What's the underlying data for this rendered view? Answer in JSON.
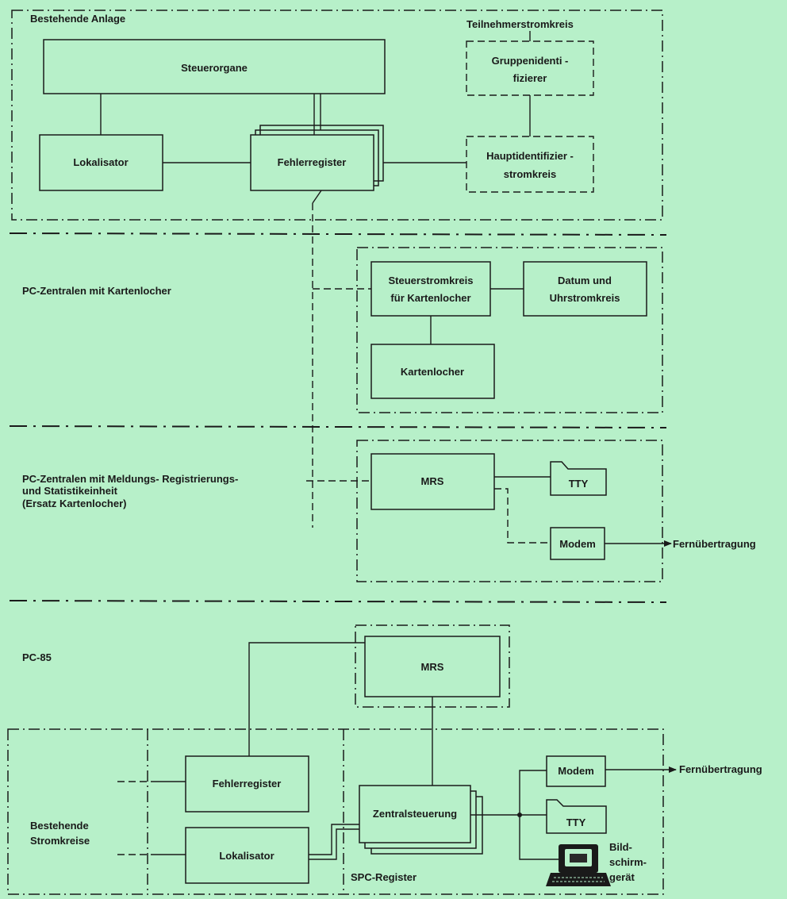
{
  "section1": {
    "title": "Bestehende Anlage",
    "teilnehmer": "Teilnehmerstromkreis",
    "steuerorgane": "Steuerorgane",
    "lokalisator": "Lokalisator",
    "fehlerregister": "Fehlerregister",
    "gruppen_l1": "Gruppenidenti -",
    "gruppen_l2": "fizierer",
    "haupt_l1": "Hauptidentifizier -",
    "haupt_l2": "stromkreis"
  },
  "section2": {
    "title": "PC-Zentralen mit Kartenlocher",
    "steuer_l1": "Steuerstromkreis",
    "steuer_l2": "für Kartenlocher",
    "datum_l1": "Datum  und",
    "datum_l2": "Uhrstromkreis",
    "kartenlocher": "Kartenlocher"
  },
  "section3": {
    "title_l1": "PC-Zentralen mit  Meldungs- Registrierungs-",
    "title_l2": "und  Statistikeinheit",
    "title_l3": "(Ersatz Kartenlocher)",
    "mrs": "MRS",
    "tty": "TTY",
    "modem": "Modem",
    "fernuebertragung": "Fernübertragung"
  },
  "section4": {
    "title": "PC-85",
    "mrs": "MRS",
    "bestehende_l1": "Bestehende",
    "bestehende_l2": "Stromkreise",
    "fehlerregister": "Fehlerregister",
    "lokalisator": "Lokalisator",
    "zentralsteuerung": "Zentralsteuerung",
    "spc_register": "SPC-Register",
    "modem": "Modem",
    "tty": "TTY",
    "bild_l1": "Bild-",
    "bild_l2": "schirm-",
    "bild_l3": "gerät",
    "fernuebertragung": "Fernübertragung"
  }
}
